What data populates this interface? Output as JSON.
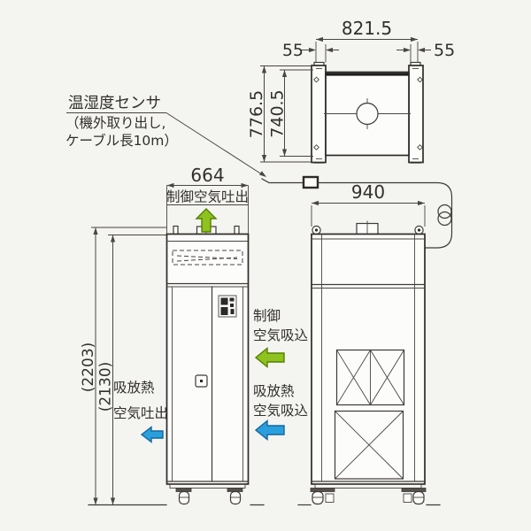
{
  "drawing": {
    "sensor_note": {
      "line1": "温湿度センサ",
      "line2": "（機外取り出し,",
      "line3": "ケーブル長10m）"
    },
    "dimensions": {
      "plan_mount_pitch": "821.5",
      "plan_offset_left": "55",
      "plan_offset_right": "55",
      "plan_depth_outer": "776.5",
      "plan_depth_inner": "740.5",
      "front_width": "664",
      "side_depth": "940",
      "overall_height": "(2203)",
      "body_height": "(2130)"
    },
    "flow_labels": {
      "control_air_outlet": "制御空気吐出",
      "control_air_inlet": [
        "制御",
        "空気吸込"
      ],
      "heat_air_outlet": [
        "吸放熱",
        "空気吐出"
      ],
      "heat_air_inlet": [
        "吸放熱",
        "空気吸込"
      ]
    },
    "colors": {
      "line": "#3e3a37",
      "green_arrow": "#8dc21f",
      "green_arrow_border": "#567f00",
      "blue_arrow": "#29a0dc",
      "blue_arrow_border": "#1565a0",
      "background": "#f4f4f1"
    }
  }
}
